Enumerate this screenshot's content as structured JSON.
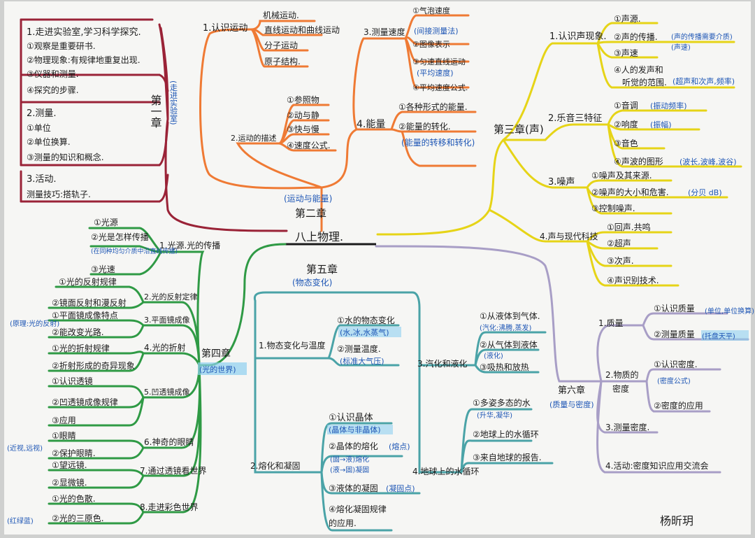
{
  "colors": {
    "paper": "#f6f6f4",
    "ch1": "#9a2337",
    "ch2": "#ef7a34",
    "ch3": "#e6d417",
    "ch4": "#2f9a45",
    "ch5": "#4aa3a7",
    "ch6": "#a89ec6",
    "note_blue": "#1e56b5",
    "highlight_blue": "#8fd0f0",
    "highlight_yellow": "#f4ee7a",
    "highlight_green": "#b8e6b0"
  },
  "center": {
    "title": "八上物理."
  },
  "signature": "杨昕玥",
  "ch1": {
    "title": "第一章",
    "subtitle": "(走进实验室)",
    "b1": {
      "l1": "1.走进实验室,学习科学探究.",
      "l2": "①观察是重要研书.",
      "l3": "②物理现象:有规律地重复出现.",
      "l4": "③仪器和测量.",
      "l5": "④探究的步骤."
    },
    "b2": {
      "l1": "2.测量.",
      "l2": "①单位",
      "l3": "②单位换算.",
      "l4": "③测量的知识和概念."
    },
    "b3": {
      "l1": "3.活动.",
      "l2": "测量技巧:搭轨子."
    }
  },
  "ch2": {
    "title": "第二章",
    "subtitle": "(运动与能量)",
    "b1": {
      "label": "1.认识运动",
      "s1": "机械运动.",
      "s2": "直线运动和曲线运动",
      "s3": "分子运动",
      "s4": "原子结构."
    },
    "b2": {
      "label": "2.运动的描述",
      "s1": "①参照物",
      "s2": "②动与静",
      "s3": "③快与慢",
      "s4": "④速度公式."
    },
    "b3": {
      "label": "3.测量速度",
      "s1": "①气泡速度",
      "s1n": "(间接测量法)",
      "s2": "②图像表示",
      "s3": "③匀速直线运动",
      "s3n": "(平均速度)",
      "s4": "④平均速度公式."
    },
    "b4": {
      "label": "4.能量",
      "s1": "①各种形式的能量.",
      "s2": "②能量的转化.",
      "s2n": "(能量的转移和转化)"
    }
  },
  "ch3": {
    "title": "第三章(声)",
    "b1": {
      "label": "1.认识声现象.",
      "s1": "①声源.",
      "s2": "②声的传播.",
      "s2n": "(声的传播需要介质)",
      "s2n2": "(声速)",
      "s3": "③声速",
      "s4a": "④人的发声和",
      "s4b": "听觉的范围.",
      "s4n": "(超声和次声,频率)"
    },
    "b2": {
      "label": "2.乐音三特征",
      "s1": "①音调",
      "s1n": "(振动频率)",
      "s2": "②响度",
      "s2n": "(振幅)",
      "s3": "③音色",
      "s4": "④声波的图形",
      "s4n": "(波长,波峰,波谷)"
    },
    "b3": {
      "label": "3.噪声",
      "s1": "①噪声及其来源.",
      "s2": "②噪声的大小和危害.",
      "s2n": "(分贝 dB)",
      "s3": "③控制噪声."
    },
    "b4": {
      "label": "4.声与现代科技",
      "s1": "①回声.共鸣",
      "s2": "②超声",
      "s3": "③次声.",
      "s4": "④声识别技术."
    }
  },
  "ch4": {
    "title": "第四章",
    "subtitle": "(光的世界)",
    "note1": "(原理:光的反射)",
    "note2": "(近视,远视)",
    "note3": "(红绿蓝)",
    "b1": {
      "label": "1.光源.光的传播",
      "s1": "①光源",
      "s2": "②光是怎样传播",
      "s2n": "(在同种均匀介质中沿直线传播)",
      "s3": "③光速"
    },
    "b2": {
      "label": "2.光的反射定律",
      "s1": "①光的反射规律",
      "s2": "②镜面反射和漫反射"
    },
    "b3": {
      "label": "3.平面镜成像",
      "s1": "①平面镜成像特点",
      "s2": "②能改变光路."
    },
    "b4": {
      "label": "4.光的折射",
      "s1": "①光的折射规律",
      "s2": "②折射形成的奇异现象"
    },
    "b5": {
      "label": "5.凹透镜成像",
      "s1": "①认识透镜",
      "s2": "②凹透镜成像规律",
      "s3": "③应用"
    },
    "b6": {
      "label": "6.神奇的眼睛",
      "s1": "①眼睛",
      "s2": "②保护眼睛."
    },
    "b7": {
      "label": "7.通过透镜看世界",
      "s1": "①望远镜.",
      "s2": "②显微镜."
    },
    "b8": {
      "label": "8.走进彩色世界",
      "s1": "①光的色散.",
      "s2": "②光的三原色."
    }
  },
  "ch5": {
    "title": "第五章",
    "subtitle": "(物态变化)",
    "b1": {
      "label": "1.物态变化与温度",
      "s1": "①水的物态变化",
      "s1n": "(水,冰,水蒸气)",
      "s2": "②测量温度.",
      "s2n": "(标准大气压)"
    },
    "b2": {
      "label": "2.熔化和凝固",
      "s1": "①认识晶体",
      "s1n": "(晶体与非晶体)",
      "s2": "②晶体的熔化",
      "s2n": "(熔点)",
      "s2n2": "(固→液)熔化",
      "s2n3": "(液→固)凝固",
      "s3": "③液体的凝固",
      "s3n": "(凝固点)",
      "s4": "④熔化凝固规律",
      "s4b": "的应用."
    },
    "b3": {
      "label": "3.汽化和液化",
      "s1": "①从液体到气体.",
      "s1n": "(汽化:沸腾,蒸发)",
      "s2": "②从气体到液体",
      "s2n": "(液化)",
      "s3": "③吸热和放热"
    },
    "b4": {
      "label": "4.地球上的水循环",
      "s1": "①多姿多态的水",
      "s1n": "(升华,凝华)",
      "s2": "②地球上的水循环",
      "s3": "③来自地球的报告."
    }
  },
  "ch6": {
    "title": "第六章",
    "subtitle": "(质量与密度)",
    "b1": {
      "label": "1.质量",
      "s1": "①认识质量",
      "s1n": "(单位,单位换算)",
      "s2": "②测量质量",
      "s2n": "(托盘天平)"
    },
    "b2": {
      "label": "2.物质的",
      "label2": "密度",
      "s1": "①认识密度.",
      "s1n": "(密度公式)",
      "s2": "②密度的应用"
    },
    "b3": {
      "label": "3.测量密度."
    },
    "b4": {
      "label": "4.活动:密度知识应用交流会"
    }
  }
}
